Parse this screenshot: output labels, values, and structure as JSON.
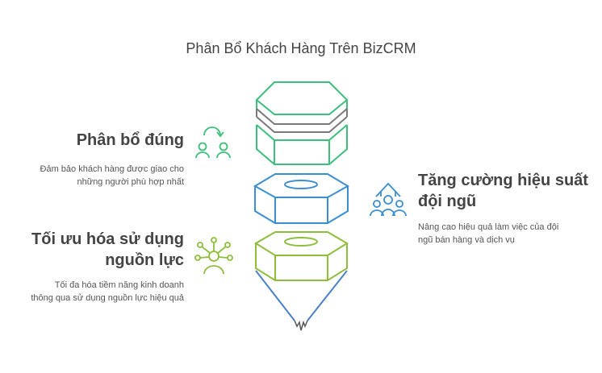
{
  "title": "Phân Bổ Khách Hàng Trên BizCRM",
  "items": [
    {
      "heading": "Phân bổ đúng",
      "desc_lines": [
        "Đảm bảo khách hàng được giao cho",
        "những người phù hợp nhất"
      ],
      "icon": "people-exchange-icon",
      "color": "#3cbf7a"
    },
    {
      "heading_lines": [
        "Tăng cường hiệu suất",
        "đội ngũ"
      ],
      "desc_lines": [
        "Nâng cao hiệu quả làm việc của đội",
        "ngũ bán hàng và dịch vụ"
      ],
      "icon": "team-growth-icon",
      "color": "#3b8fd1"
    },
    {
      "heading_lines": [
        "Tối ưu hóa sử dụng",
        "nguồn lực"
      ],
      "desc_lines": [
        "Tối đa hóa tiềm năng kinh doanh",
        "thông qua sử dụng nguồn lực hiệu quả"
      ],
      "icon": "resource-network-icon",
      "color": "#8dbe3c"
    }
  ],
  "colors": {
    "green": "#3cbf7a",
    "gray": "#7a7a7a",
    "blue": "#3b8fd1",
    "olive": "#8dbe3c",
    "pencil_tip": "#4a7fc9"
  }
}
